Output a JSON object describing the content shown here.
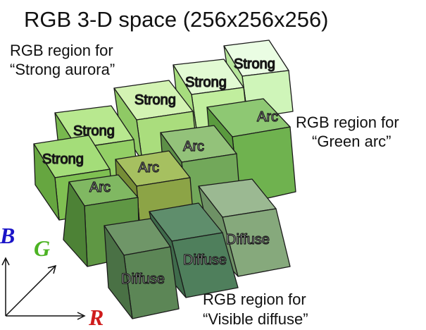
{
  "title": "RGB 3-D space (256x256x256)",
  "regions": {
    "strong": {
      "heading": "RGB region for",
      "name": "“Strong aurora”"
    },
    "arc": {
      "heading": "RGB region for",
      "name": "“Green arc”"
    },
    "diffuse": {
      "heading": "RGB region for",
      "name": "“Visible diffuse”"
    }
  },
  "labels": {
    "strong": "Strong",
    "arc": "Arc",
    "diffuse": "Diffuse"
  },
  "axes": {
    "b": "B",
    "g": "G",
    "r": "R"
  },
  "colors": {
    "strong_text": "#d21f26",
    "arc_text": "#5ba83a",
    "diffuse_text": "#5aa0e6",
    "axis_b": "#1a14c8",
    "axis_g": "#4cb323",
    "axis_r": "#cf1c1c",
    "box_edge": "#1a1a1a"
  }
}
